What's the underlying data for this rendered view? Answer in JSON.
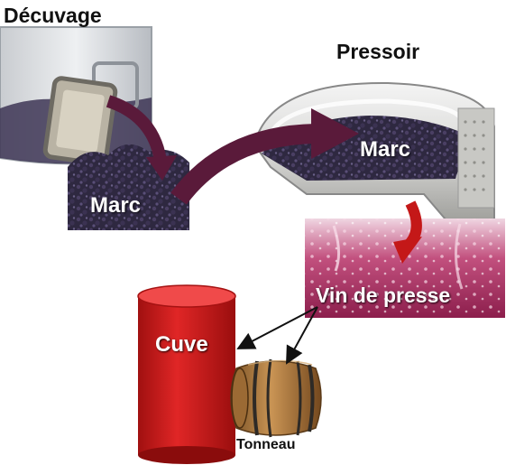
{
  "steps": {
    "decuvage": "Décuvage",
    "pressoir": "Pressoir",
    "marc_1": "Marc",
    "marc_2": "Marc",
    "vin_de_presse": "Vin de presse",
    "cuve": "Cuve",
    "tonneau": "Tonneau"
  },
  "icons": {
    "tank": "fermentation-tank-icon",
    "press": "wine-press-icon",
    "tank_red": "cuve-tank-icon",
    "barrel": "barrel-icon"
  },
  "colors": {
    "marc": "#2e2840",
    "arrow_flow": "#5a1a3a",
    "arrow_red": "#c41818",
    "cuve": "#d21c1c",
    "wine": "#b0386a",
    "barrel_wood": "#a8773c"
  }
}
